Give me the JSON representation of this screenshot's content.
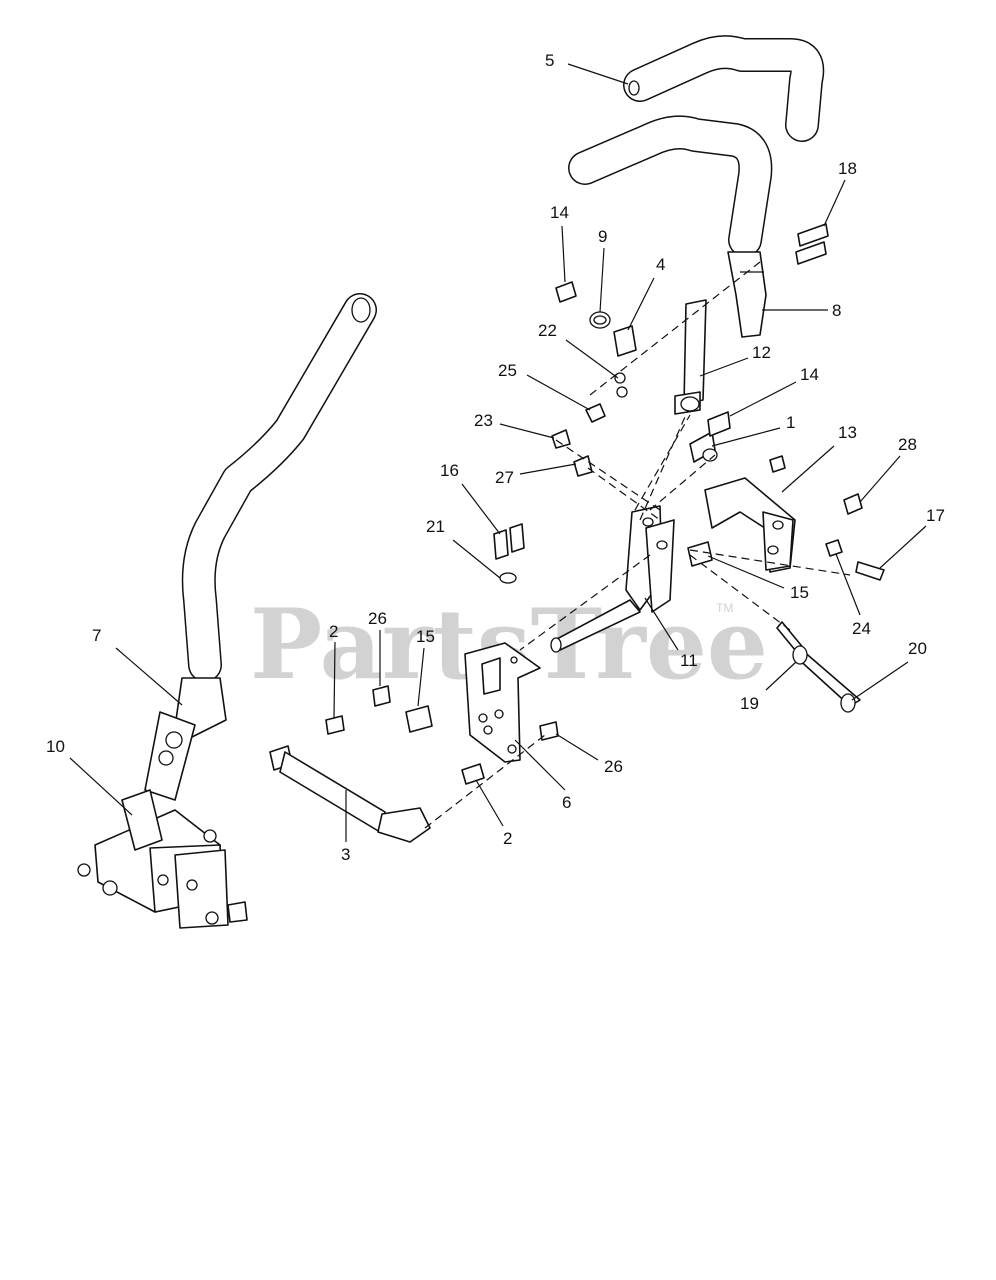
{
  "watermark": {
    "text": "PartsTree",
    "tm": "TM"
  },
  "callouts": [
    {
      "id": "c5",
      "label": "5"
    },
    {
      "id": "c18",
      "label": "18"
    },
    {
      "id": "c14a",
      "label": "14"
    },
    {
      "id": "c9",
      "label": "9"
    },
    {
      "id": "c4",
      "label": "4"
    },
    {
      "id": "c8",
      "label": "8"
    },
    {
      "id": "c22",
      "label": "22"
    },
    {
      "id": "c12",
      "label": "12"
    },
    {
      "id": "c25",
      "label": "25"
    },
    {
      "id": "c14b",
      "label": "14"
    },
    {
      "id": "c1",
      "label": "1"
    },
    {
      "id": "c23",
      "label": "23"
    },
    {
      "id": "c13",
      "label": "13"
    },
    {
      "id": "c28",
      "label": "28"
    },
    {
      "id": "c16",
      "label": "16"
    },
    {
      "id": "c27",
      "label": "27"
    },
    {
      "id": "c17",
      "label": "17"
    },
    {
      "id": "c21",
      "label": "21"
    },
    {
      "id": "c15a",
      "label": "15"
    },
    {
      "id": "c24",
      "label": "24"
    },
    {
      "id": "c2a",
      "label": "2"
    },
    {
      "id": "c26a",
      "label": "26"
    },
    {
      "id": "c15b",
      "label": "15"
    },
    {
      "id": "c11",
      "label": "11"
    },
    {
      "id": "c7",
      "label": "7"
    },
    {
      "id": "c20",
      "label": "20"
    },
    {
      "id": "c19",
      "label": "19"
    },
    {
      "id": "c10",
      "label": "10"
    },
    {
      "id": "c26b",
      "label": "26"
    },
    {
      "id": "c6",
      "label": "6"
    },
    {
      "id": "c2b",
      "label": "2"
    },
    {
      "id": "c3",
      "label": "3"
    }
  ]
}
